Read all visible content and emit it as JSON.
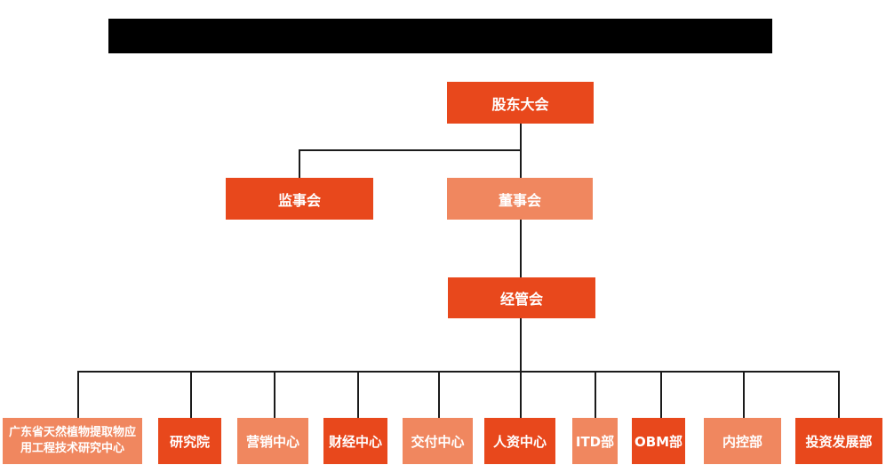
{
  "page": {
    "background": "#ffffff",
    "redacted_header_color": "#000000"
  },
  "colors": {
    "primary_box": "#e8481c",
    "secondary_box": "#f0875f",
    "connector": "#1b1b1b",
    "box_text": "#ffffff"
  },
  "org": {
    "level1": {
      "label": "股东大会"
    },
    "level2": [
      {
        "label": "监事会"
      },
      {
        "label": "董事会"
      }
    ],
    "level3": {
      "label": "经管会"
    },
    "departments": [
      {
        "label": "广东省天然植物提取物应用工程技术研究中心"
      },
      {
        "label": "研究院"
      },
      {
        "label": "营销中心"
      },
      {
        "label": "财经中心"
      },
      {
        "label": "交付中心"
      },
      {
        "label": "人资中心"
      },
      {
        "label": "ITD部"
      },
      {
        "label": "OBM部"
      },
      {
        "label": "内控部"
      },
      {
        "label": "投资发展部"
      }
    ]
  }
}
